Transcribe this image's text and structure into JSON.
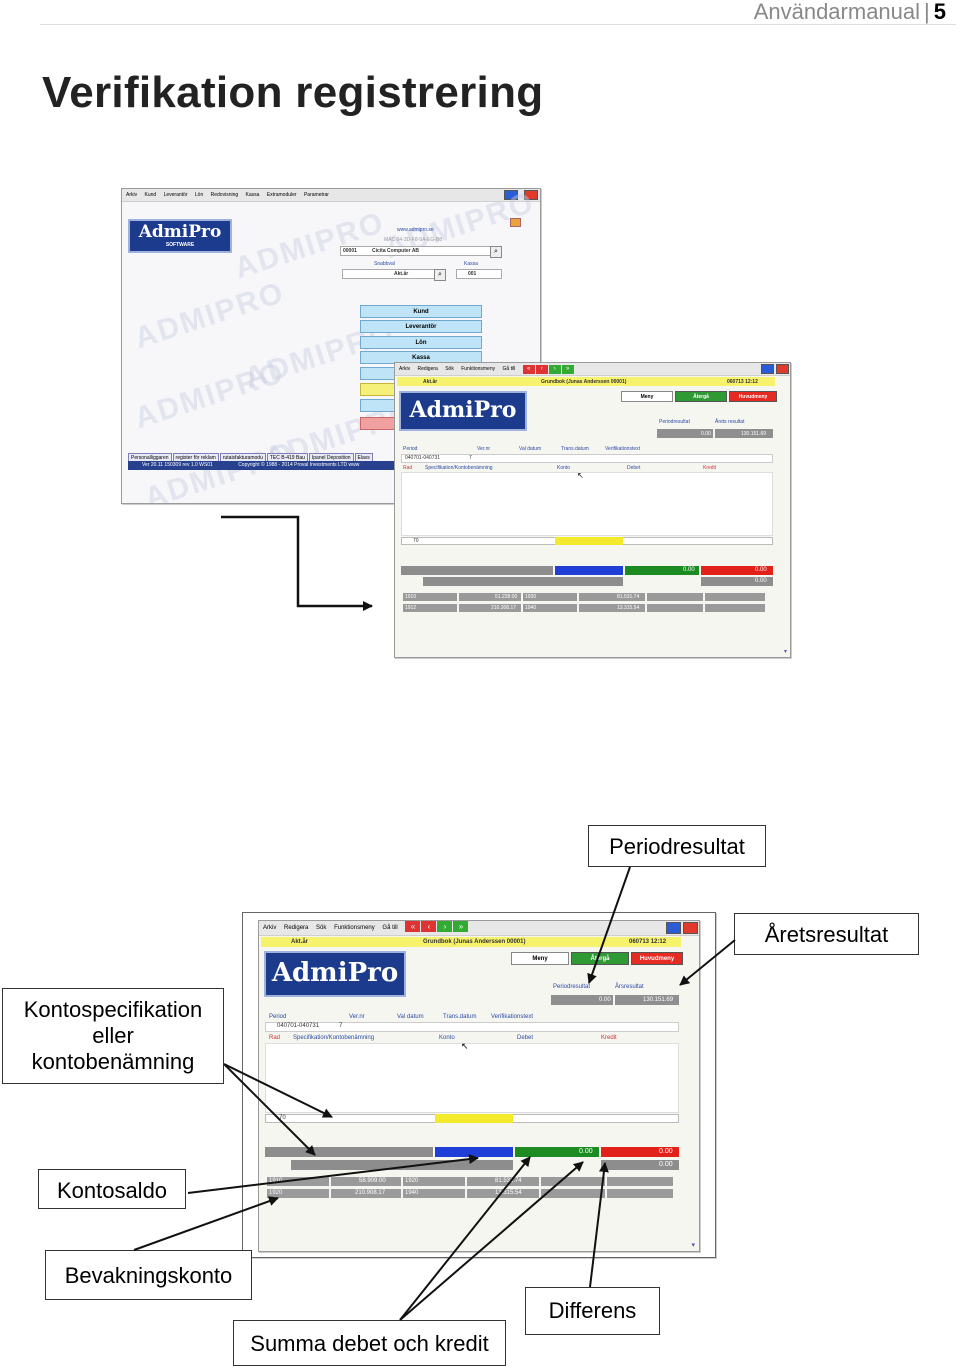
{
  "header": {
    "manual": "Användarmanual",
    "separator": "|",
    "page": "5"
  },
  "title": "Verifikation registrering",
  "main_window": {
    "menu": [
      "Arkiv",
      "Kund",
      "Leverantör",
      "Lön",
      "Redovisning",
      "Kassa",
      "Extramoduler",
      "Parametrar"
    ],
    "logo_text": "AdmiPro",
    "logo_sub": "SOFTWARE",
    "website": "www.admipro.se",
    "mac_text": "MAC 04-3D-F8-9A-EG-B8",
    "company_id": "00001",
    "company_name": "Cicita Computer AB",
    "snabbval_label": "Snabbval",
    "kassa_label": "Kassa",
    "aktar": "Akt.år",
    "kassa_value": "001",
    "buttons": [
      "Kund",
      "Leverantör",
      "Lön",
      "Kassa"
    ],
    "footer_buttons": [
      "Personalliggaren",
      "register för reklam",
      "rutaisfakturamodu",
      "TEC B-419 Bau",
      "Ipanel Deposition",
      "Elavs"
    ],
    "version": "Ver 20.11 150309 rev 1.0 WS01",
    "copyright": "Copyright © 1988 - 2014 Proval Investments LTD www",
    "watermark": "ADMIPRO"
  },
  "grundbok_small": {
    "menu": [
      "Arkiv",
      "Redigera",
      "Sök",
      "Funktionsmeny",
      "Gå till"
    ],
    "aktar": "Akt.år",
    "heading": "Grundbok (Junas Anderssen 00001)",
    "datetime": "060713 12:12",
    "btn_meny": "Meny",
    "btn_atergang": "Återgå",
    "btn_huvudmeny": "Huvudmeny",
    "periodresultat_label": "Periodresultat",
    "arsresultat_label": "Årets resultat",
    "periodresultat_value": "0.00",
    "arsresultat_value": "130.151.69",
    "col_period": "Period",
    "col_ver": "Ver.nr",
    "col_valdatum": "Val datum",
    "col_transdatum": "Trans.datum",
    "col_verifikationstext": "Verifikationstext",
    "period_value": "040701-040731",
    "ver_value": "7",
    "col_rad": "Rad",
    "col_spec": "Specifikation/Kontobenämning",
    "col_konto": "Konto",
    "col_debet": "Debet",
    "col_kredit": "Kredit",
    "row_num": "70",
    "sum_debet": "0.00",
    "sum_kredit": "0.00",
    "differens": "0.00",
    "acct_rows": [
      [
        "1910",
        "51.228.00",
        "1930",
        "81.531.74"
      ],
      [
        "1912",
        "210.208.17",
        "1940",
        "13.315.54"
      ]
    ]
  },
  "callouts": {
    "periodresultat": "Periodresultat",
    "arsresultat": "Åretsresultat",
    "kontospecifikation": [
      "Kontospecifikation",
      "eller",
      "kontobenämning"
    ],
    "kontosaldo": "Kontosaldo",
    "bevakningskonto": "Bevakningskonto",
    "differens": "Differens",
    "summa": "Summa debet och kredit"
  },
  "grundbok_large": {
    "menu": [
      "Arkiv",
      "Redigera",
      "Sök",
      "Funktionsmeny",
      "Gå till"
    ],
    "aktar": "Akt.år",
    "heading": "Grundbok (Junas Anderssen 00001)",
    "datetime": "060713 12:12",
    "btn_meny": "Meny",
    "btn_atergang": "Återgå",
    "btn_huvudmeny": "Huvudmeny",
    "periodresultat_label": "Periodresultat",
    "arsresultat_label": "Årsresultat",
    "periodresultat_value": "0.00",
    "arsresultat_value": "130.151.69",
    "col_period": "Period",
    "col_ver": "Ver.nr",
    "col_valdatum": "Val datum",
    "col_transdatum": "Trans.datum",
    "col_verifikationstext": "Verifikationstext",
    "period_value": "040701-040731",
    "ver_value": "7",
    "col_rad": "Rad",
    "col_spec": "Specifikation/Kontobenämning",
    "col_konto": "Konto",
    "col_debet": "Debet",
    "col_kredit": "Kredit",
    "row_num": "70",
    "sum_debet": "0.00",
    "sum_kredit": "0.00",
    "differens": "0.00",
    "acct_rows": [
      [
        "1910",
        "58.909.00",
        "1920",
        "81.531.74"
      ],
      [
        "1920",
        "210.908.17",
        "1940",
        "13.315.54"
      ]
    ]
  }
}
